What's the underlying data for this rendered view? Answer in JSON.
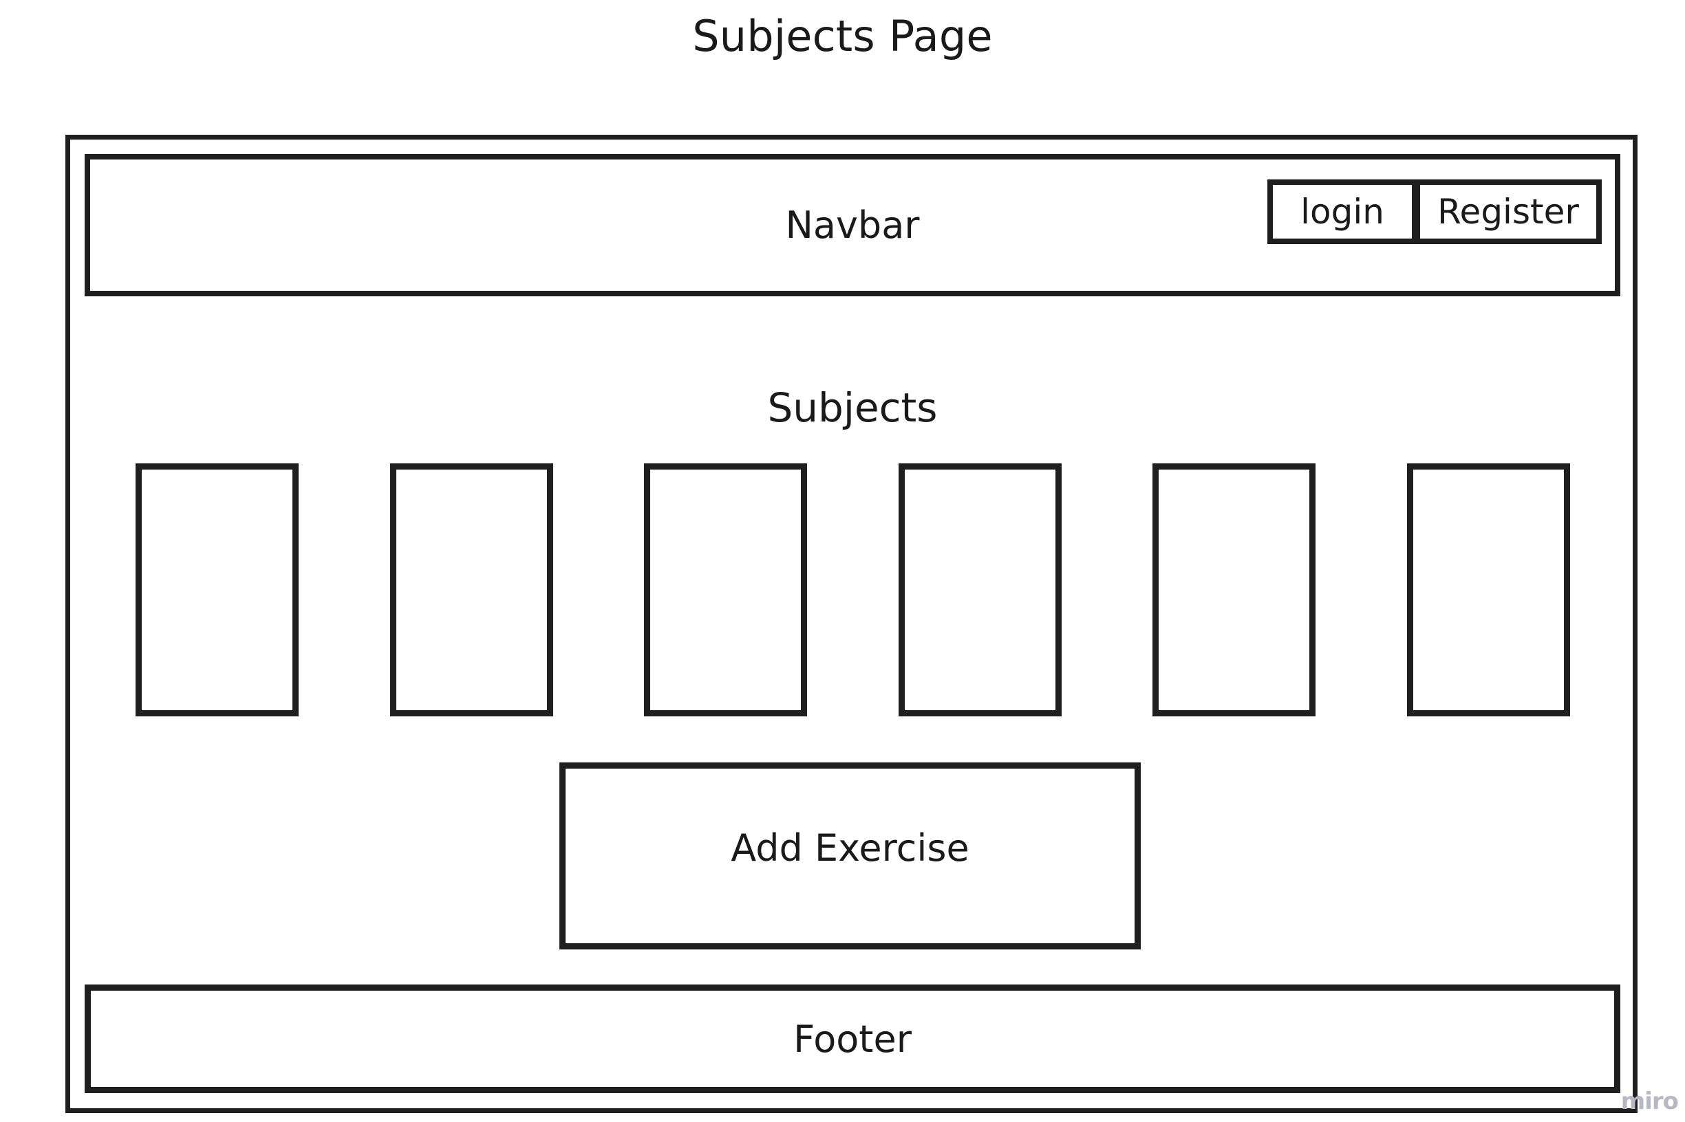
{
  "page": {
    "title": "Subjects Page",
    "background_color": "#ffffff",
    "stroke_color": "#1f1f1f",
    "text_color": "#1a1a1a"
  },
  "navbar": {
    "label": "Navbar",
    "auth": {
      "login_label": "login",
      "register_label": "Register"
    }
  },
  "main": {
    "heading": "Subjects",
    "cards": [
      {
        "label": ""
      },
      {
        "label": ""
      },
      {
        "label": ""
      },
      {
        "label": ""
      },
      {
        "label": ""
      },
      {
        "label": ""
      }
    ],
    "add_exercise_label": "Add Exercise"
  },
  "footer": {
    "label": "Footer"
  },
  "watermark": {
    "label": "miro",
    "color": "#b8b8c4"
  }
}
